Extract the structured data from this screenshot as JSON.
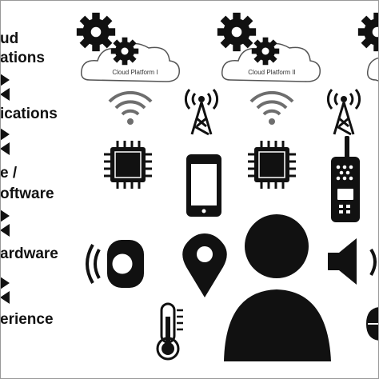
{
  "layers": {
    "cloud_line1": "ud",
    "cloud_line2": "ations",
    "applications": "ications",
    "software_line1": "e /",
    "software_line2": "oftware",
    "hardware": "ardware",
    "experience": "erience"
  },
  "clouds": [
    {
      "label": "Cloud Platform I"
    },
    {
      "label": "Cloud Platform II"
    }
  ],
  "icons": [
    "gear-icon",
    "cloud-icon",
    "wifi-icon",
    "radio-tower-icon",
    "chip-icon",
    "smartphone-icon",
    "walkie-talkie-icon",
    "wearable-band-icon",
    "location-pin-icon",
    "person-icon",
    "thermometer-icon",
    "speaker-icon",
    "double-arrow-icon"
  ],
  "colors": {
    "icon": "#111111",
    "wifi": "#6e6e6e",
    "cloud_stroke": "#555555"
  }
}
